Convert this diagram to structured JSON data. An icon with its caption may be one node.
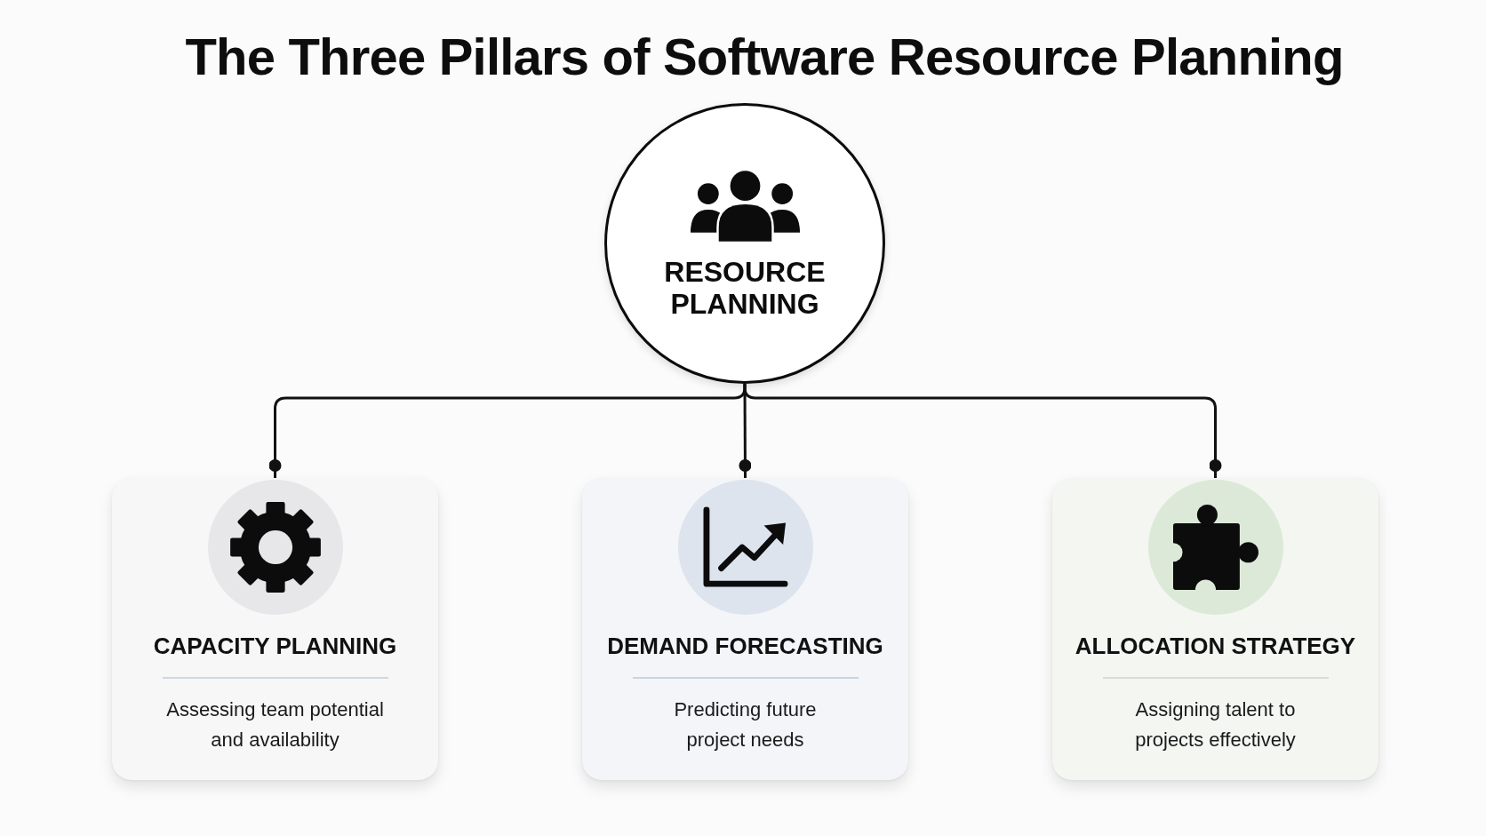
{
  "diagram": {
    "title": "The Three Pillars of Software Resource Planning",
    "nodes": [
      {
        "text": [
          "RESOURCE PLANNING"
        ]
      },
      {
        "text": [
          "CAPACITY PLANNING",
          "Assessing team potential and availability"
        ]
      },
      {
        "text": [
          "DEMAND FORECASTING",
          "Predicting future project needs"
        ]
      },
      {
        "text": [
          "ALLOCATION STRATEGY",
          "Assigning talent to projects effectively"
        ]
      }
    ],
    "edges": [
      {
        "from": 0,
        "to": 1,
        "arrow": "other"
      },
      {
        "from": 0,
        "to": 2,
        "arrow": "other"
      },
      {
        "from": 0,
        "to": 3,
        "arrow": "other"
      }
    ]
  }
}
